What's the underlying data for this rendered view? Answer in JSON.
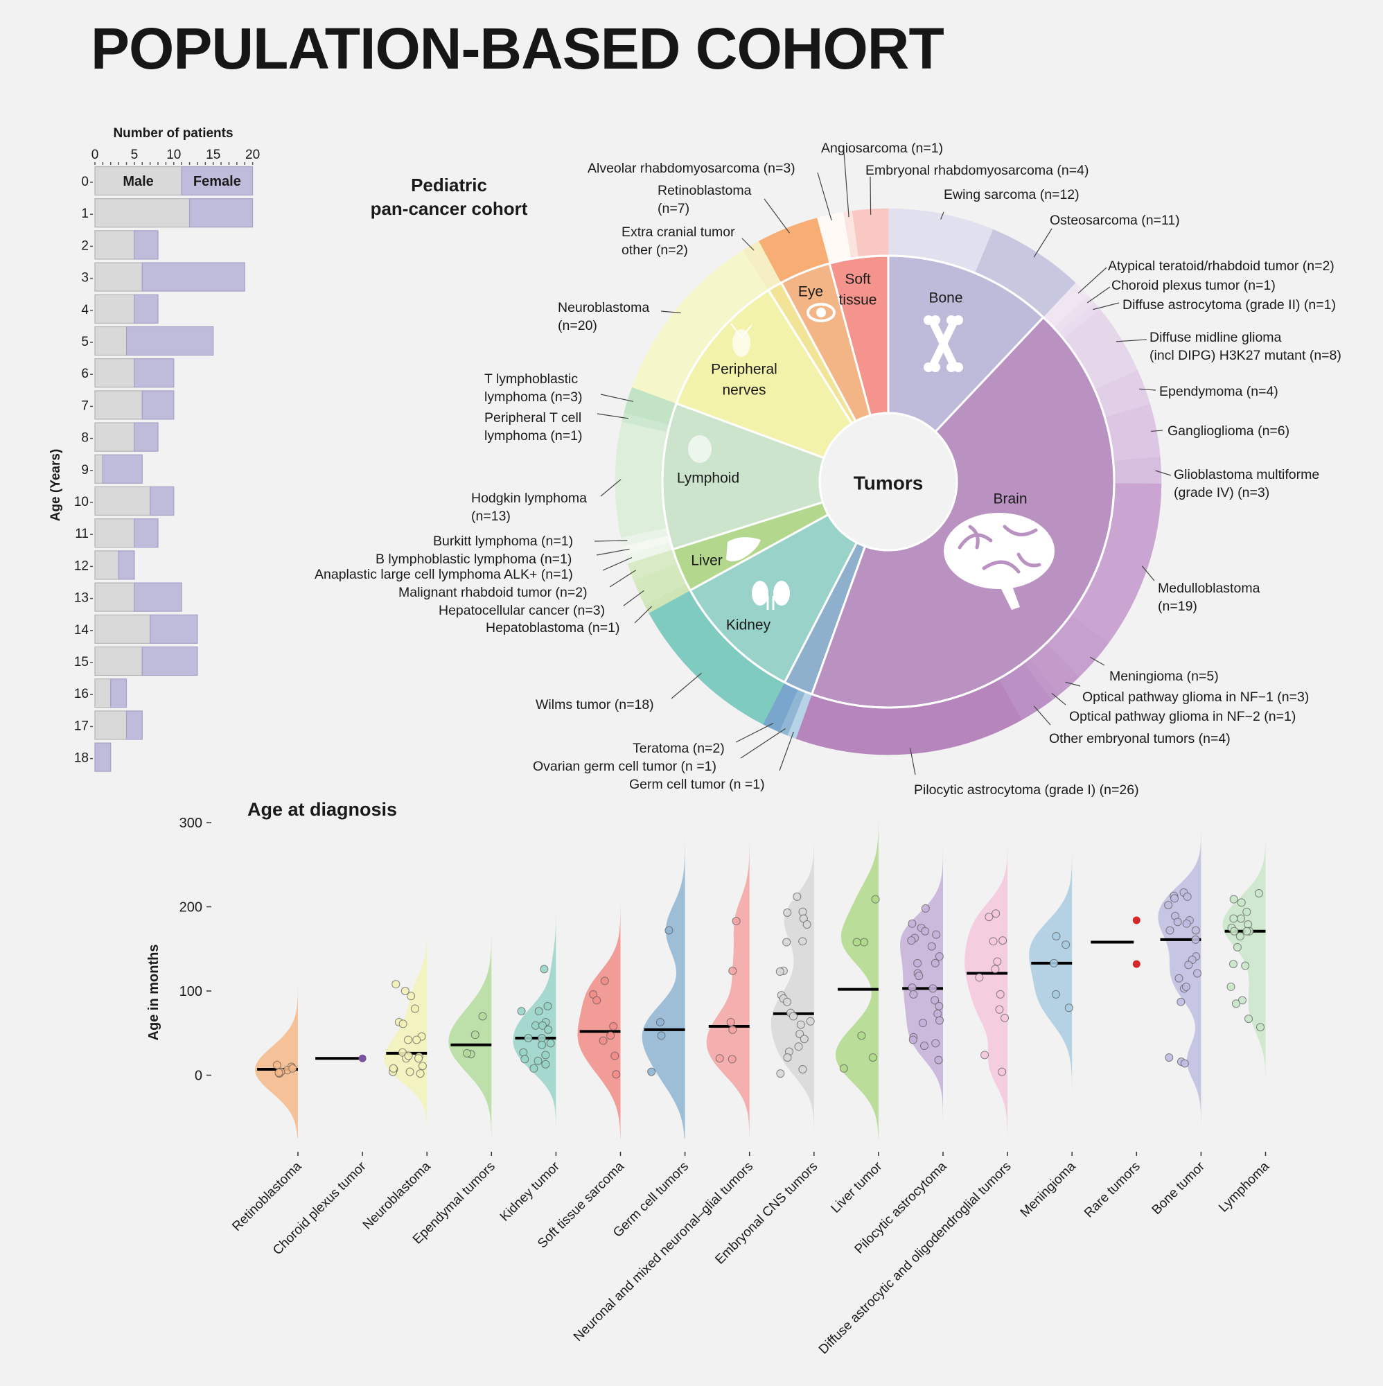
{
  "title": "POPULATION-BASED COHORT",
  "chart_data": [
    {
      "type": "bar",
      "stacked": true,
      "orientation": "horizontal",
      "xlabel": "Number of patients",
      "ylabel": "Age (Years)",
      "xlim": [
        0,
        20
      ],
      "xticks": [
        "0",
        "5",
        "10",
        "15",
        "20"
      ],
      "categories": [
        "0",
        "1",
        "2",
        "3",
        "4",
        "5",
        "6",
        "7",
        "8",
        "9",
        "10",
        "11",
        "12",
        "13",
        "14",
        "15",
        "16",
        "17",
        "18"
      ],
      "series": [
        {
          "name": "Male",
          "color": "#d9d9d9",
          "values": [
            11,
            12,
            5,
            6,
            5,
            4,
            5,
            6,
            5,
            1,
            7,
            5,
            3,
            5,
            7,
            6,
            2,
            4,
            0
          ]
        },
        {
          "name": "Female",
          "color": "#bfbbdb",
          "values": [
            9,
            8,
            3,
            13,
            3,
            11,
            5,
            4,
            3,
            5,
            3,
            3,
            2,
            6,
            6,
            7,
            2,
            2,
            2
          ]
        }
      ],
      "legend_colors": {
        "Male": "#111111",
        "Female": "#7030a0"
      }
    },
    {
      "type": "pie",
      "title": "Pediatric pan-cancer cohort",
      "title_lines": [
        "Pediatric",
        "pan-cancer cohort"
      ],
      "center_label": "Tumors",
      "inner": [
        {
          "label": [
            "Bone"
          ],
          "n": 23,
          "color": "#bdbbd9",
          "icon": "bone-icon"
        },
        {
          "label": [
            "Brain"
          ],
          "n": 83,
          "color": "#b992c2",
          "icon": "brain-icon"
        },
        {
          "label": [
            ""
          ],
          "n": 4,
          "color": "#8fb0cd"
        },
        {
          "label": [
            "Kidney"
          ],
          "n": 18,
          "color": "#98d2c8",
          "icon": "kidney-icon"
        },
        {
          "label": [
            "Liver"
          ],
          "n": 6,
          "color": "#b3d88d",
          "icon": "liver-icon"
        },
        {
          "label": [
            "Lymphoid"
          ],
          "n": 20,
          "color": "#cbe4cb",
          "icon": "lymph-node-icon"
        },
        {
          "label": [
            "Peripheral",
            "nerves"
          ],
          "n": 20,
          "color": "#f3f2aa",
          "icon": "nerve-icon"
        },
        {
          "label": [
            ""
          ],
          "n": 2,
          "color": "#f1e497"
        },
        {
          "label": [
            "Eye"
          ],
          "n": 7,
          "color": "#f3b585",
          "icon": "eye-icon"
        },
        {
          "label": [
            "Soft",
            "tissue"
          ],
          "n": 8,
          "color": "#f4948c"
        }
      ],
      "outer": [
        {
          "label": [
            "Ewing sarcoma (n=12)"
          ],
          "n": 12,
          "color": "#e0e0ee"
        },
        {
          "label": [
            "Osteosarcoma (n=11)"
          ],
          "n": 11,
          "color": "#c8c7e0"
        },
        {
          "label": [
            "Atypical teratoid/rhabdoid tumor (n=2)"
          ],
          "n": 2,
          "color": "#efe6f1"
        },
        {
          "label": [
            "Choroid plexus tumor (n=1)"
          ],
          "n": 1,
          "color": "#ece0ef"
        },
        {
          "label": [
            "Diffuse astrocytoma (grade II) (n=1)"
          ],
          "n": 1,
          "color": "#e9dcee"
        },
        {
          "label": [
            "Diffuse midline glioma",
            "(incl DIPG) H3K27 mutant (n=8)"
          ],
          "n": 8,
          "color": "#e6d6ea"
        },
        {
          "label": [
            "Ependymoma (n=4)"
          ],
          "n": 4,
          "color": "#e1cfe7"
        },
        {
          "label": [
            "Ganglioglioma (n=6)"
          ],
          "n": 6,
          "color": "#dcc6e3"
        },
        {
          "label": [
            "Glioblastoma multiforme",
            "(grade IV) (n=3)"
          ],
          "n": 3,
          "color": "#d6bedf"
        },
        {
          "label": [
            "Medulloblastoma",
            "(n=19)"
          ],
          "n": 19,
          "color": "#cba5d1"
        },
        {
          "label": [
            "Meningioma (n=5)"
          ],
          "n": 5,
          "color": "#c6a0ce"
        },
        {
          "label": [
            "Optical pathway glioma in NF−1 (n=3)"
          ],
          "n": 3,
          "color": "#c29bcb"
        },
        {
          "label": [
            "Optical pathway glioma in NF−2 (n=1)"
          ],
          "n": 1,
          "color": "#bf97c8"
        },
        {
          "label": [
            "Other embryonal tumors (n=4)"
          ],
          "n": 4,
          "color": "#bb90c4"
        },
        {
          "label": [
            "Pilocytic astrocytoma (grade I) (n=26)"
          ],
          "n": 26,
          "color": "#b585bb"
        },
        {
          "label": [
            "Germ cell tumor (n =1)"
          ],
          "n": 1,
          "color": "#b6d4e6"
        },
        {
          "label": [
            "Ovarian germ cell tumor (n =1)"
          ],
          "n": 1,
          "color": "#90b6d4"
        },
        {
          "label": [
            "Teratoma (n=2)"
          ],
          "n": 2,
          "color": "#78a6cc"
        },
        {
          "label": [
            "Wilms tumor (n=18)"
          ],
          "n": 18,
          "color": "#80cbbf"
        },
        {
          "label": [
            "Hepatoblastoma (n=1)"
          ],
          "n": 1,
          "color": "#cfe5b6"
        },
        {
          "label": [
            "Hepatocellular cancer (n=3)"
          ],
          "n": 3,
          "color": "#d3e8bc"
        },
        {
          "label": [
            "Malignant rhabdoid tumor (n=2)"
          ],
          "n": 2,
          "color": "#d9ebc6"
        },
        {
          "label": [
            "Anaplastic large cell lymphoma ALK+ (n=1)"
          ],
          "n": 1,
          "color": "#eef6ec"
        },
        {
          "label": [
            "B lymphoblastic lymphoma (n=1)"
          ],
          "n": 1,
          "color": "#f3f8f1"
        },
        {
          "label": [
            "Burkitt lymphoma (n=1)"
          ],
          "n": 1,
          "color": "#e9f3e8"
        },
        {
          "label": [
            "Hodgkin lymphoma",
            "(n=13)"
          ],
          "n": 13,
          "color": "#ddeedb"
        },
        {
          "label": [
            "Peripheral T cell",
            "lymphoma (n=1)"
          ],
          "n": 1,
          "color": "#cde8cf"
        },
        {
          "label": [
            "T lymphoblastic",
            "lymphoma (n=3)"
          ],
          "n": 3,
          "color": "#c3e3c6"
        },
        {
          "label": [
            "Neuroblastoma",
            "(n=20)"
          ],
          "n": 20,
          "color": "#f5f6c9"
        },
        {
          "label": [
            "Extra cranial tumor",
            "other (n=2)"
          ],
          "n": 2,
          "color": "#f7efc4"
        },
        {
          "label": [
            "Retinoblastoma",
            "(n=7)"
          ],
          "n": 7,
          "color": "#f7ad74"
        },
        {
          "label": [
            "Alveolar rhabdomyosarcoma (n=3)"
          ],
          "n": 3,
          "color": "#fffaf5"
        },
        {
          "label": [
            "Angiosarcoma (n=1)"
          ],
          "n": 1,
          "color": "#fbe3e0"
        },
        {
          "label": [
            "Embryonal rhabdomyosarcoma (n=4)"
          ],
          "n": 4,
          "color": "#f9c8c2"
        }
      ]
    },
    {
      "type": "violin",
      "title": "Age at diagnosis",
      "ylabel": "Age in months",
      "ylim": [
        -70,
        300
      ],
      "yticks": [
        0,
        100,
        200,
        300
      ],
      "categories": [
        {
          "name": "Retinoblastoma",
          "color": "#f5b988",
          "median": 7,
          "points": [
            2,
            12,
            10,
            6,
            4,
            3,
            8
          ]
        },
        {
          "name": "Choroid plexus tumor",
          "color": "#7b52a0",
          "median": 20,
          "points": [
            20
          ],
          "no_violin": true
        },
        {
          "name": "Neuroblastoma",
          "color": "#f3f2b8",
          "median": 26,
          "points": [
            108,
            100,
            94,
            79,
            63,
            61,
            46,
            42,
            42,
            27,
            22,
            20,
            23,
            20,
            11,
            7,
            4,
            2,
            4,
            8
          ]
        },
        {
          "name": "Ependymal tumors",
          "color": "#b4dc9c",
          "median": 36,
          "points": [
            70,
            48,
            25,
            26
          ]
        },
        {
          "name": "Kidney tumor",
          "color": "#98d4c8",
          "median": 44,
          "points": [
            126,
            82,
            76,
            76,
            63,
            59,
            59,
            54,
            44,
            44,
            36,
            38,
            27,
            24,
            19,
            17,
            13,
            8
          ]
        },
        {
          "name": "Soft tissue sarcoma",
          "color": "#f28d88",
          "median": 52,
          "points": [
            112,
            96,
            89,
            58,
            47,
            41,
            23,
            1
          ]
        },
        {
          "name": "Germ cell tumors",
          "color": "#8fb5d3",
          "median": 54,
          "points": [
            172,
            63,
            47,
            4
          ]
        },
        {
          "name": "Neuronal and mixed neuronal–glial tumors",
          "color": "#f4a3a3",
          "median": 58,
          "points": [
            183,
            124,
            63,
            54,
            20,
            19
          ]
        },
        {
          "name": "Embryonal CNS tumors",
          "color": "#d8d8d8",
          "median": 73,
          "points": [
            212,
            194,
            186,
            193,
            179,
            159,
            158,
            124,
            123,
            95,
            91,
            87,
            74,
            70,
            64,
            60,
            49,
            43,
            34,
            28,
            21,
            7,
            2
          ]
        },
        {
          "name": "Liver tumor",
          "color": "#b0d98a",
          "median": 102,
          "points": [
            209,
            158,
            158,
            47,
            21,
            8
          ]
        },
        {
          "name": "Pilocytic astrocytoma",
          "color": "#c5b0d8",
          "median": 103,
          "points": [
            198,
            180,
            175,
            171,
            167,
            163,
            160,
            153,
            141,
            133,
            133,
            121,
            118,
            104,
            103,
            96,
            89,
            82,
            73,
            65,
            62,
            45,
            42,
            38,
            35,
            18
          ]
        },
        {
          "name": "Diffuse astrocytic and oligodendroglial tumors",
          "color": "#f5c8dc",
          "median": 121,
          "points": [
            192,
            188,
            160,
            159,
            135,
            126,
            116,
            96,
            78,
            68,
            24,
            4
          ]
        },
        {
          "name": "Meningioma",
          "color": "#a9cde0",
          "median": 133,
          "points": [
            165,
            155,
            133,
            96,
            80
          ]
        },
        {
          "name": "Rare tumors",
          "color": "#d62828",
          "median": 158,
          "points": [
            184,
            132
          ],
          "no_violin": true
        },
        {
          "name": "Bone tumor",
          "color": "#bebde0",
          "median": 161,
          "points": [
            213,
            217,
            210,
            212,
            202,
            189,
            182,
            184,
            180,
            172,
            172,
            161,
            141,
            137,
            131,
            121,
            115,
            103,
            105,
            87,
            21,
            16,
            14
          ]
        },
        {
          "name": "Lymphoma",
          "color": "#c9e6c9",
          "median": 171,
          "points": [
            216,
            209,
            205,
            194,
            186,
            186,
            179,
            175,
            171,
            171,
            171,
            165,
            152,
            132,
            130,
            105,
            89,
            85,
            67,
            57
          ]
        }
      ]
    }
  ]
}
